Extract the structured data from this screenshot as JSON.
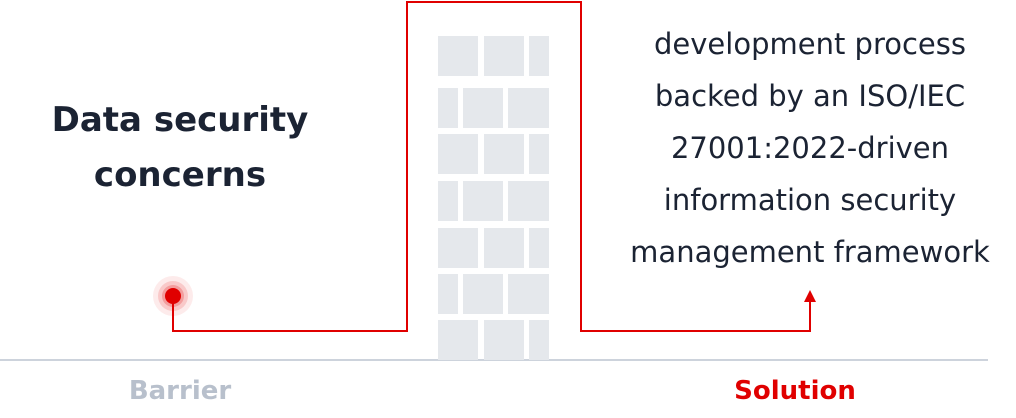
{
  "problem": {
    "line1": "Data security",
    "line2": "concerns"
  },
  "solution_text": {
    "lines": [
      "development process",
      "backed by an ISO/IEC",
      "27001:2022-driven",
      "information security",
      "management framework"
    ]
  },
  "labels": {
    "barrier": "Barrier",
    "solution": "Solution"
  },
  "colors": {
    "accent": "#e00000",
    "wall": "#e5e8ec",
    "ground": "#cdd3dc",
    "text": "#1b2333",
    "muted": "#b8c0cc"
  }
}
